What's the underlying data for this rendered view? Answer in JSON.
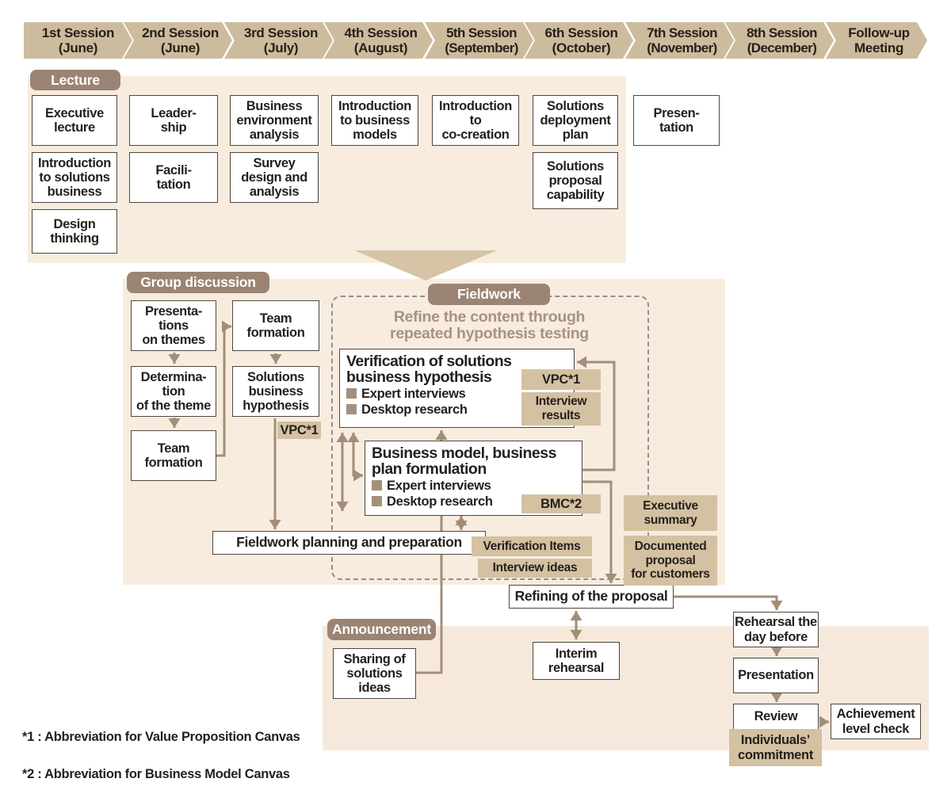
{
  "colors": {
    "chevron_bg": "#ccbb9d",
    "panel_bg": "#f8ecdf",
    "announce_panel_bg": "#f6e9dc",
    "section_tag_bg": "#9b8473",
    "label_tag_bg": "#d3c1a2",
    "arrow": "#a28e77",
    "triangle": "#d5c4a6",
    "text": "#241f1b",
    "note_text": "#a7937e",
    "bullet": "#a58f7a"
  },
  "sessions": [
    {
      "title": "1st Session",
      "sub": "(June)"
    },
    {
      "title": "2nd Session",
      "sub": "(June)"
    },
    {
      "title": "3rd Session",
      "sub": "(July)"
    },
    {
      "title": "4th Session",
      "sub": "(August)"
    },
    {
      "title": "5th Session",
      "sub": "(September)"
    },
    {
      "title": "6th Session",
      "sub": "(October)"
    },
    {
      "title": "7th Session",
      "sub": "(November)"
    },
    {
      "title": "8th Session",
      "sub": "(December)"
    },
    {
      "title": "Follow-up",
      "sub": "Meeting"
    }
  ],
  "section_tags": {
    "lecture": "Lecture",
    "group": "Group discussion",
    "fieldwork": "Fieldwork",
    "announcement": "Announcement"
  },
  "lecture": {
    "executive": "Executive\nlecture",
    "intro_solutions": "Introduction\nto solutions\nbusiness",
    "design": "Design\nthinking",
    "leadership": "Leader-\nship",
    "facilitation": "Facili-\ntation",
    "biz_env": "Business\nenvironment\nanalysis",
    "survey": "Survey\ndesign and\nanalysis",
    "intro_models": "Introduction\nto business\nmodels",
    "intro_cocreation": "Introduction\nto\nco-creation",
    "deployment": "Solutions\ndeployment\nplan",
    "proposal_capability": "Solutions\nproposal\ncapability",
    "presentation": "Presen-\ntation"
  },
  "group": {
    "presentations": "Presenta-\ntions\non themes",
    "determination": "Determina-\ntion\nof the theme",
    "team1": "Team\nformation",
    "team2": "Team\nformation",
    "hypothesis": "Solutions\nbusiness\nhypothesis",
    "vpc_tag": "VPC*1"
  },
  "fieldwork": {
    "note": "Refine the content through\nrepeated hypothesis testing",
    "verification": {
      "title": "Verification of solutions\nbusiness hypothesis",
      "bullets": [
        "Expert interviews",
        "Desktop research"
      ]
    },
    "vpc_tag": "VPC*1",
    "interview_results": "Interview\nresults",
    "business": {
      "title": "Business model, business\nplan formulation",
      "bullets": [
        "Expert interviews",
        "Desktop research"
      ]
    },
    "bmc_tag": "BMC*2",
    "planning": "Fieldwork planning and preparation",
    "verification_items": "Verification Items",
    "interview_ideas": "Interview ideas",
    "exec_summary": "Executive\nsummary",
    "documented": "Documented\nproposal\nfor customers"
  },
  "flow": {
    "refining": "Refining of the proposal",
    "interim": "Interim\nrehearsal",
    "sharing": "Sharing of\nsolutions\nideas",
    "rehearsal": "Rehearsal the\nday before",
    "presentation": "Presentation",
    "review": "Review",
    "achievement": "Achievement\nlevel check",
    "commitment": "Individuals’\ncommitment"
  },
  "footnotes": [
    "*1 : Abbreviation for Value Proposition Canvas",
    "*2 : Abbreviation for Business Model Canvas"
  ]
}
